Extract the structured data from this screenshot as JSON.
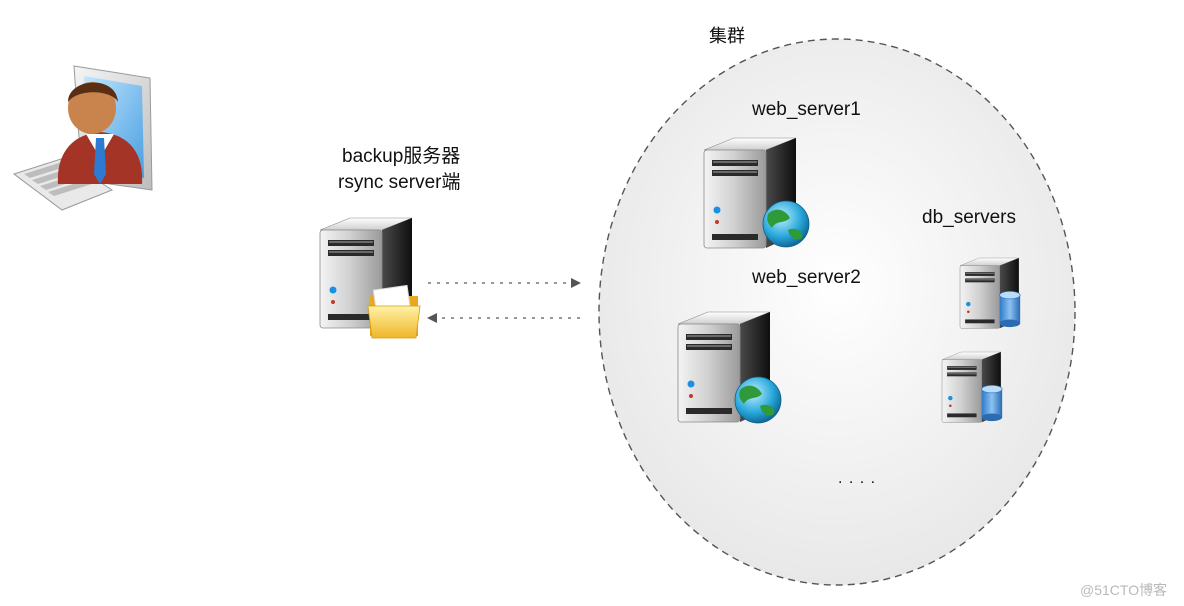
{
  "cluster": {
    "label": "集群"
  },
  "backup": {
    "line1": "backup服务器",
    "line2": "rsync server端"
  },
  "web_server1": {
    "label": "web_server1"
  },
  "web_server2": {
    "label": "web_server2"
  },
  "db_servers": {
    "label": "db_servers"
  },
  "ellipsis": ". . . .",
  "watermark": "@51CTO博客",
  "icons": {
    "user": "user-workstation-icon",
    "backup": "server-folder-icon",
    "web": "server-globe-icon",
    "db": "server-database-icon"
  }
}
